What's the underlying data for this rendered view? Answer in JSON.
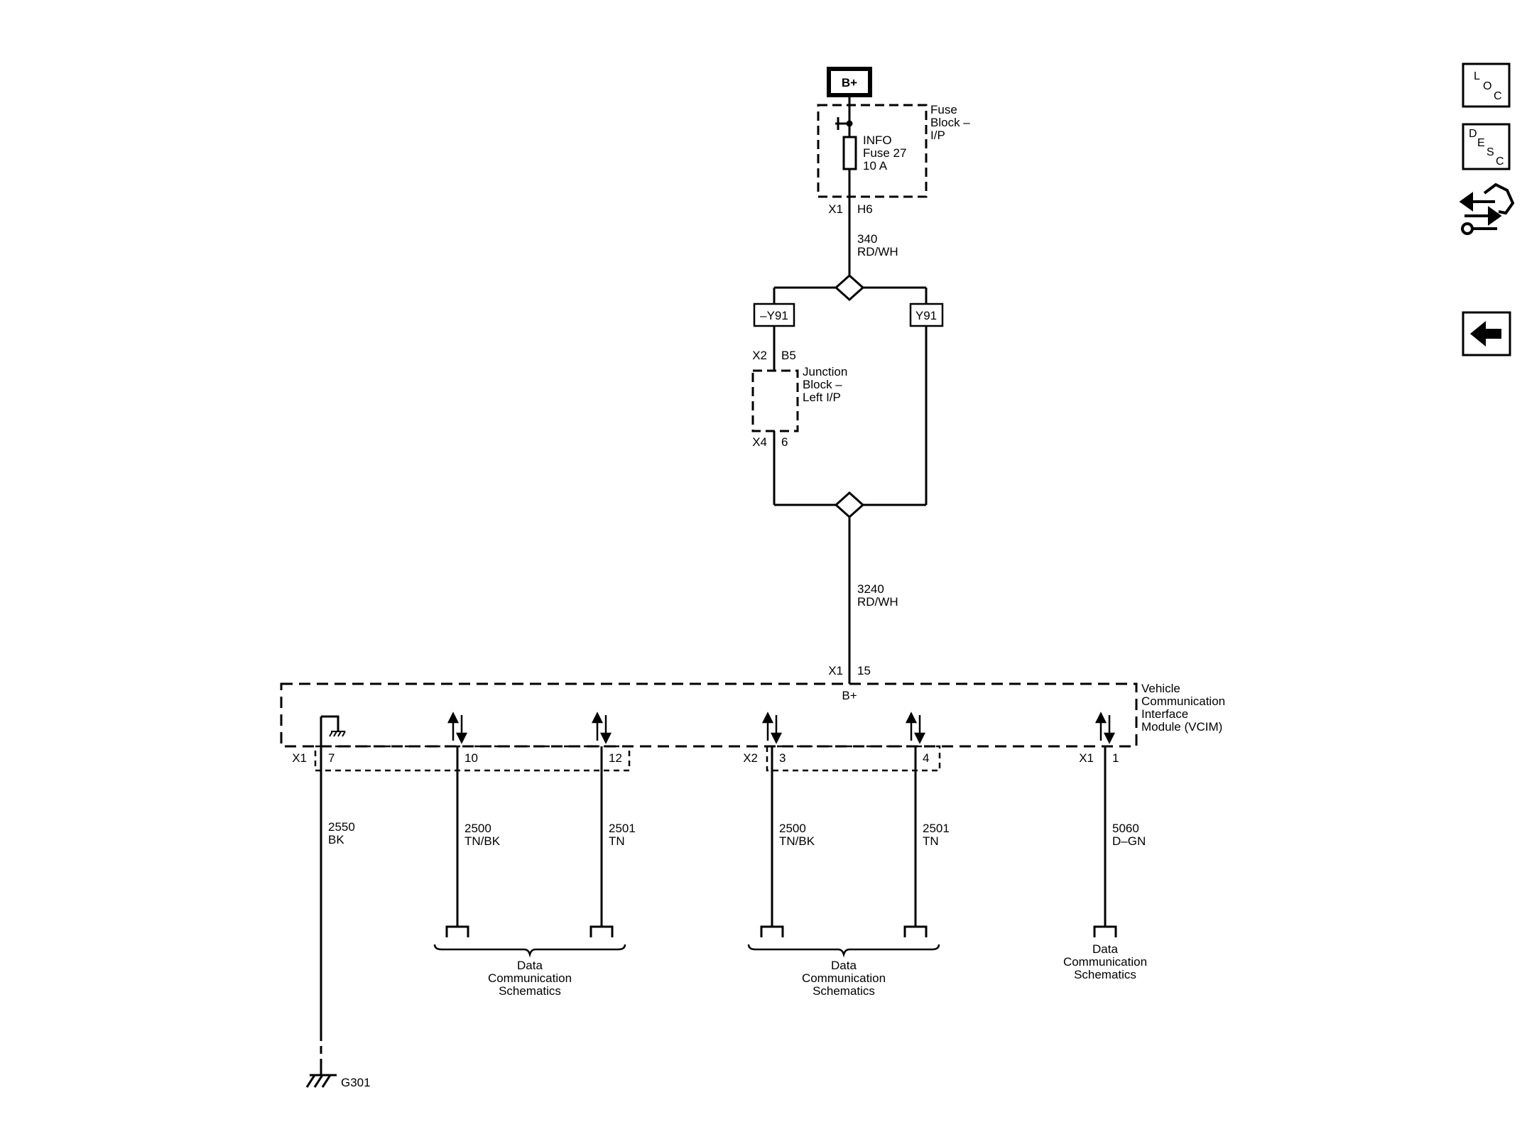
{
  "power": {
    "b_plus": "B+"
  },
  "fuse_block": {
    "name_line1": "Fuse",
    "name_line2": "Block –",
    "name_line3": "I/P",
    "fuse_line1": "INFO",
    "fuse_line2": "Fuse 27",
    "fuse_line3": "10 A",
    "connector": "X1",
    "pin": "H6"
  },
  "wire_340": {
    "circuit": "340",
    "color": "RD/WH"
  },
  "options": {
    "left": "–Y91",
    "right": "Y91"
  },
  "junction_block": {
    "name_line1": "Junction",
    "name_line2": "Block –",
    "name_line3": "Left I/P",
    "top_connector": "X2",
    "top_pin": "B5",
    "bottom_connector": "X4",
    "bottom_pin": "6"
  },
  "wire_3240": {
    "circuit": "3240",
    "color": "RD/WH"
  },
  "vcim": {
    "name_line1": "Vehicle",
    "name_line2": "Communication",
    "name_line3": "Interface",
    "name_line4": "Module (VCIM)",
    "power_connector": "X1",
    "power_pin": "15",
    "power_label": "B+"
  },
  "pins": [
    {
      "connector": "X1",
      "pin": "7",
      "circuit": "2550",
      "color": "BK"
    },
    {
      "connector": "",
      "pin": "10",
      "circuit": "2500",
      "color": "TN/BK"
    },
    {
      "connector": "",
      "pin": "12",
      "circuit": "2501",
      "color": "TN"
    },
    {
      "connector": "X2",
      "pin": "3",
      "circuit": "2500",
      "color": "TN/BK"
    },
    {
      "connector": "",
      "pin": "4",
      "circuit": "2501",
      "color": "TN"
    },
    {
      "connector": "X1",
      "pin": "1",
      "circuit": "5060",
      "color": "D–GN"
    }
  ],
  "destinations": [
    {
      "line1": "Data",
      "line2": "Communication",
      "line3": "Schematics"
    },
    {
      "line1": "Data",
      "line2": "Communication",
      "line3": "Schematics"
    },
    {
      "line1": "Data",
      "line2": "Communication",
      "line3": "Schematics"
    }
  ],
  "ground": {
    "label": "G301"
  },
  "side_buttons": {
    "loc": {
      "a": "L",
      "b": "O",
      "c": "C"
    },
    "desc": {
      "a": "D",
      "b": "E",
      "c": "S",
      "d": "C"
    }
  }
}
